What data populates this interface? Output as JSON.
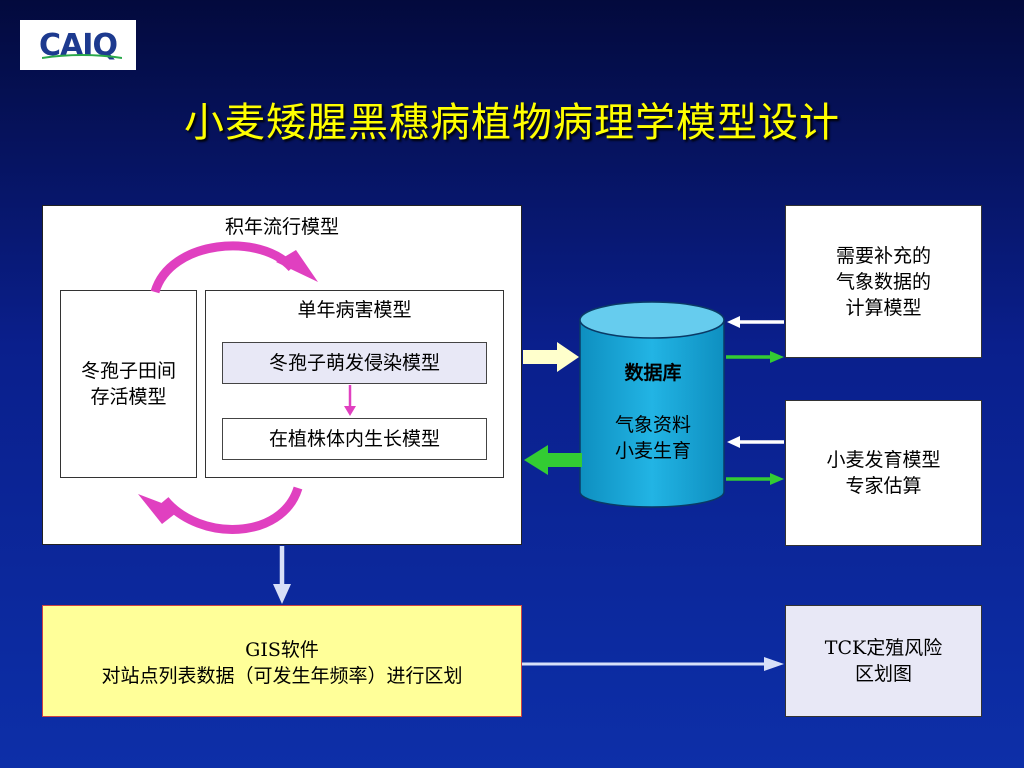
{
  "logo": {
    "text": "CAIQ"
  },
  "title": "小麦矮腥黑穗病植物病理学模型设计",
  "boxes": {
    "multi_year": "积年流行模型",
    "winter_spore": [
      "冬孢子田间",
      "存活模型"
    ],
    "single_year": "单年病害模型",
    "germination": "冬孢子萌发侵染模型",
    "growth": "在植株体内生长模型",
    "weather_calc": [
      "需要补充的",
      "气象数据的",
      "计算模型"
    ],
    "wheat_model": [
      "小麦发育模型",
      "专家估算"
    ],
    "gis": [
      "GIS软件",
      "对站点列表数据（可发生年频率）进行区划"
    ],
    "tck": [
      "TCK定殖风险",
      "区划图"
    ]
  },
  "database": {
    "title": "数据库",
    "lines": [
      "气象资料",
      "小麦生育"
    ]
  },
  "colors": {
    "title": "#ffff00",
    "magenta_arrow": "#e040c0",
    "green_arrow": "#33cc33",
    "cream_arrow": "#ffffcc",
    "cylinder": "#1aa8d8",
    "cylinder_top": "#66ccee"
  }
}
